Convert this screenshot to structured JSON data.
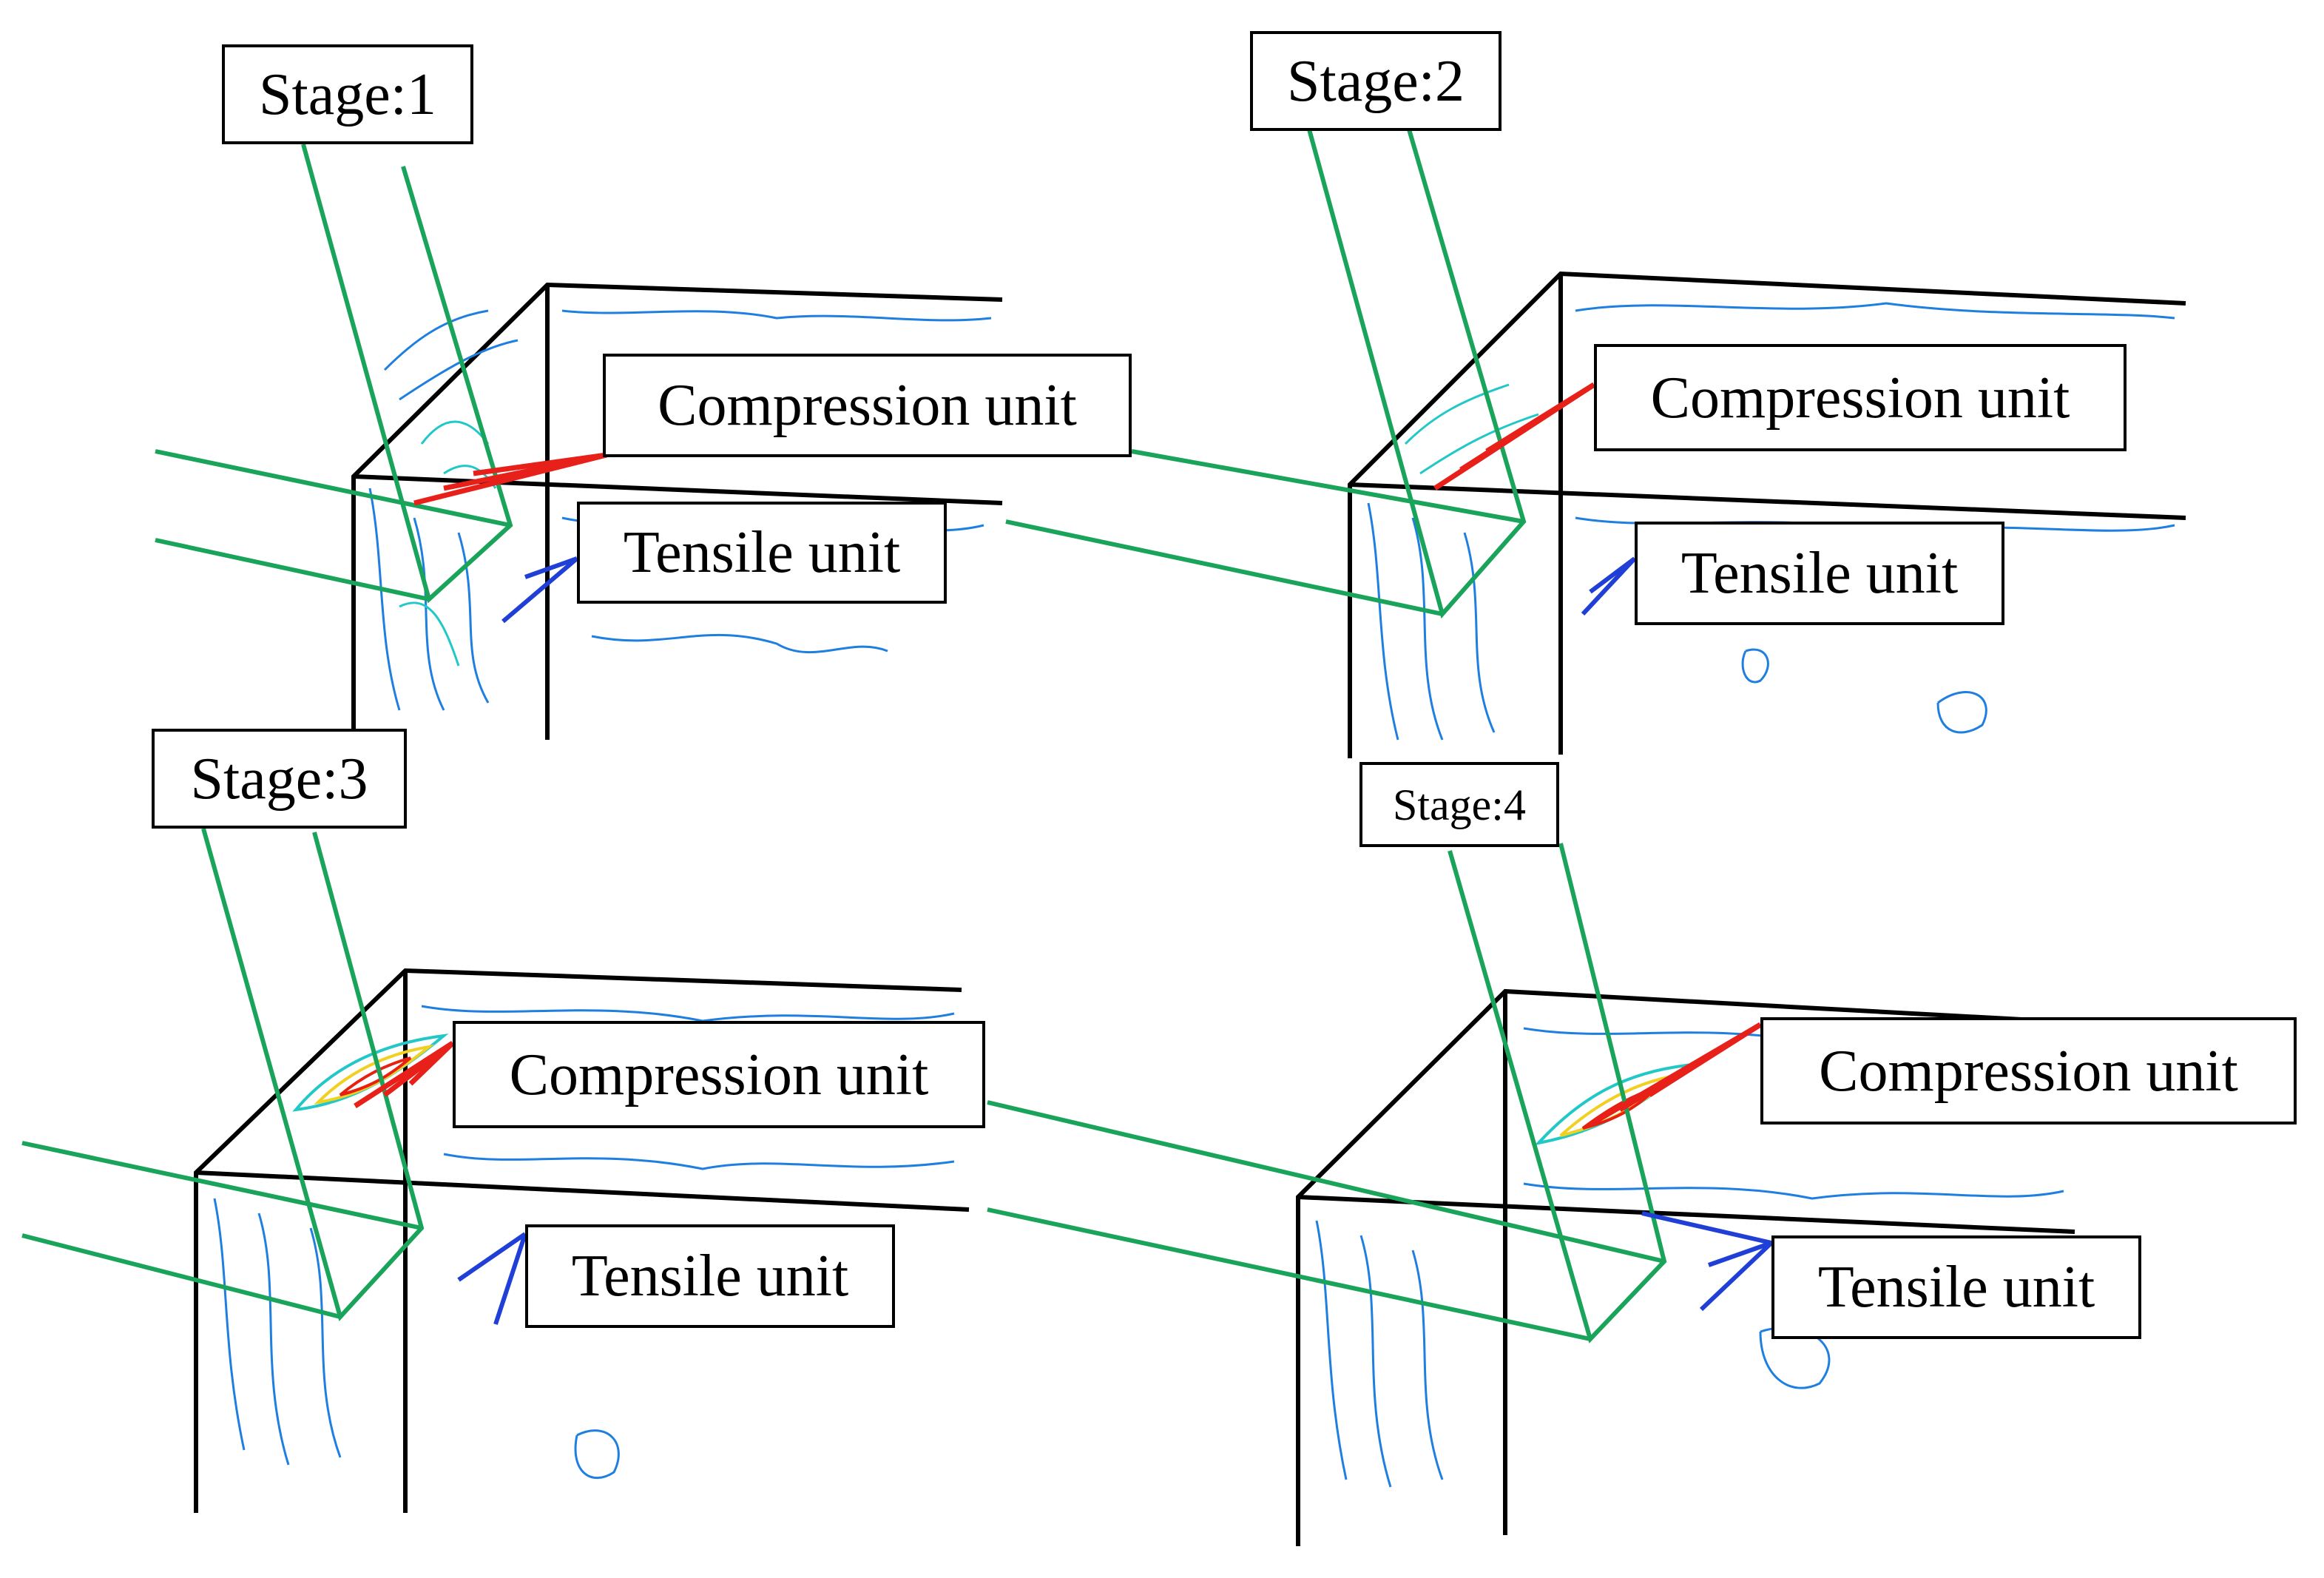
{
  "panels": [
    {
      "stage_label": "Stage:1",
      "compression_label": "Compression unit",
      "tensile_label": "Tensile unit"
    },
    {
      "stage_label": "Stage:2",
      "compression_label": "Compression unit",
      "tensile_label": "Tensile unit"
    },
    {
      "stage_label": "Stage:3",
      "compression_label": "Compression unit",
      "tensile_label": "Tensile unit"
    },
    {
      "stage_label": "Stage:4",
      "compression_label": "Compression unit",
      "tensile_label": "Tensile unit"
    }
  ],
  "colors": {
    "frame": "#000000",
    "strut_outline": "#1aa35a",
    "compression_pointer": "#e8201a",
    "tensile_pointer": "#1f3fd6",
    "contour_cool": "#1f7fe0",
    "contour_mid": "#22c7c7",
    "contour_warm": "#f0d020",
    "contour_hot": "#e82010"
  }
}
